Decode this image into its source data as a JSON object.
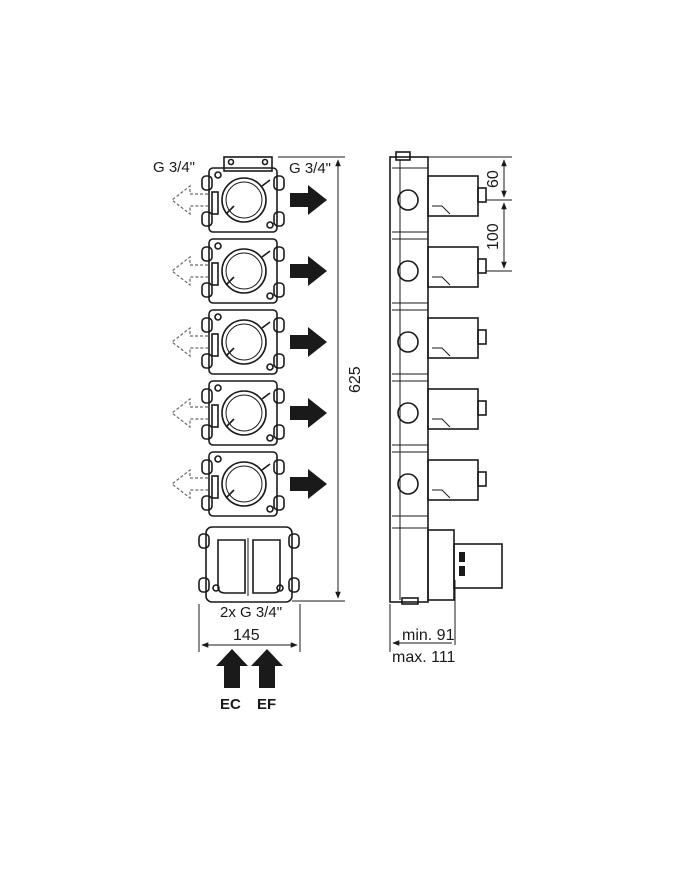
{
  "labels": {
    "outlet_left": "G 3/4\"",
    "outlet_right": "G 3/4\"",
    "inlet_spec": "2x G 3/4\"",
    "width": "145",
    "height": "625",
    "pitch_top": "60",
    "pitch": "100",
    "depth_min": "min. 91",
    "depth_max": "max. 111",
    "inlet_hot": "EC",
    "inlet_cold": "EF"
  },
  "module_count": 5
}
